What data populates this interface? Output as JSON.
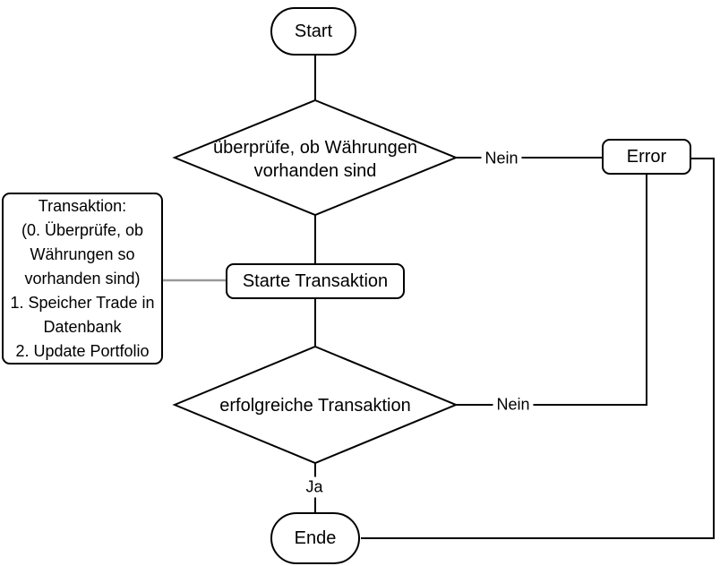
{
  "diagram": {
    "type": "flowchart",
    "colors": {
      "background": "#ffffff",
      "stroke": "#000000",
      "text": "#000000",
      "note_connector": "#999999"
    },
    "nodes": {
      "start": {
        "shape": "stadium",
        "label": "Start"
      },
      "check_currencies": {
        "shape": "diamond",
        "lines": [
          "überprüfe, ob Währungen",
          "vorhanden sind"
        ]
      },
      "error": {
        "shape": "rounded-rect",
        "label": "Error"
      },
      "note": {
        "shape": "rounded-rect",
        "lines": [
          "Transaktion:",
          "(0. Überprüfe, ob",
          "Währungen so",
          "vorhanden sind)",
          "1. Speicher Trade in",
          "Datenbank",
          "2. Update Portfolio"
        ]
      },
      "start_transaction": {
        "shape": "rounded-rect",
        "label": "Starte Transaktion"
      },
      "success": {
        "shape": "diamond",
        "label": "erfolgreiche Transaktion"
      },
      "end": {
        "shape": "stadium",
        "label": "Ende"
      }
    },
    "edge_labels": {
      "check_no": "Nein",
      "success_no": "Nein",
      "success_yes": "Ja"
    }
  }
}
